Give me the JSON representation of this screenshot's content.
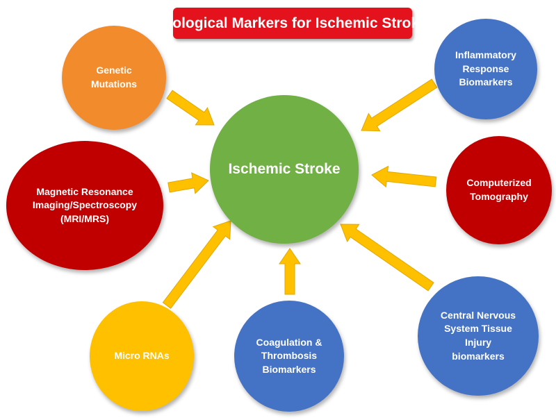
{
  "title": "Biological Markers for Ischemic Stroke",
  "center": {
    "label": "Ischemic Stroke",
    "color": "#70b044"
  },
  "nodes": [
    {
      "id": "genetic",
      "label": "Genetic\nMutations",
      "color": "#f28b2c"
    },
    {
      "id": "inflammatory",
      "label": "Inflammatory\nResponse\nBiomarkers",
      "color": "#4472c4"
    },
    {
      "id": "mri",
      "label": "Magnetic Resonance\nImaging/Spectroscopy\n(MRI/MRS)",
      "color": "#c00000"
    },
    {
      "id": "ct",
      "label": "Computerized\nTomography",
      "color": "#c00000"
    },
    {
      "id": "microrna",
      "label": "Micro RNAs",
      "color": "#ffc000"
    },
    {
      "id": "coagulation",
      "label": "Coagulation &\nThrombosis\nBiomarkers",
      "color": "#4472c4"
    },
    {
      "id": "cns",
      "label": "Central Nervous\nSystem Tissue\nInjury\nbiomarkers",
      "color": "#4472c4"
    }
  ],
  "arrow_color": "#ffc000",
  "arrow_stroke": "#e0a800"
}
